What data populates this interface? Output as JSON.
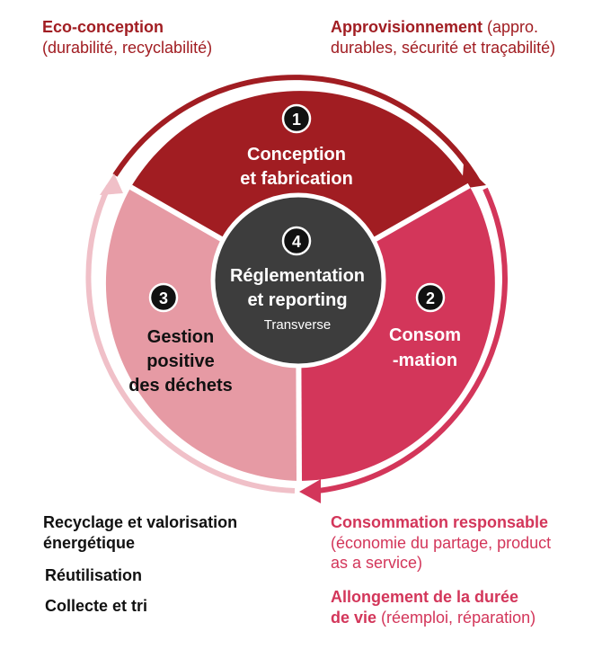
{
  "top_left": {
    "title": "Eco-conception",
    "detail": "(durabilité, recyclabilité)"
  },
  "top_right": {
    "title": "Approvisionnement",
    "detail_1": " (appro.",
    "detail_2": "durables, sécurité et traçabilité)"
  },
  "segments": {
    "conception": {
      "number": "1",
      "line1": "Conception",
      "line2": "et fabrication"
    },
    "consommation": {
      "number": "2",
      "line1": "Consom",
      "line2": "-mation"
    },
    "gestion": {
      "number": "3",
      "line1": "Gestion",
      "line2": "positive",
      "line3": "des déchets"
    },
    "center": {
      "number": "4",
      "line1": "Réglementation",
      "line2": "et reporting",
      "line3": "Transverse"
    }
  },
  "bottom_left": {
    "item1_line1": "Recyclage et valorisation",
    "item1_line2": "énergétique",
    "item2": "Réutilisation",
    "item3": "Collecte et tri"
  },
  "bottom_right": {
    "title1": "Consommation responsable",
    "detail1_line1": "(économie du partage, product",
    "detail1_line2": "as a service)",
    "title2_line1": "Allongement de la durée",
    "title2_line2": "de vie",
    "detail2": " (réemploi, réparation)"
  },
  "colors": {
    "conception": "#a11d22",
    "consommation": "#d3365a",
    "gestion": "#e69aa4",
    "center": "#3d3d3d",
    "arrow_light": "#f0c0c8"
  }
}
